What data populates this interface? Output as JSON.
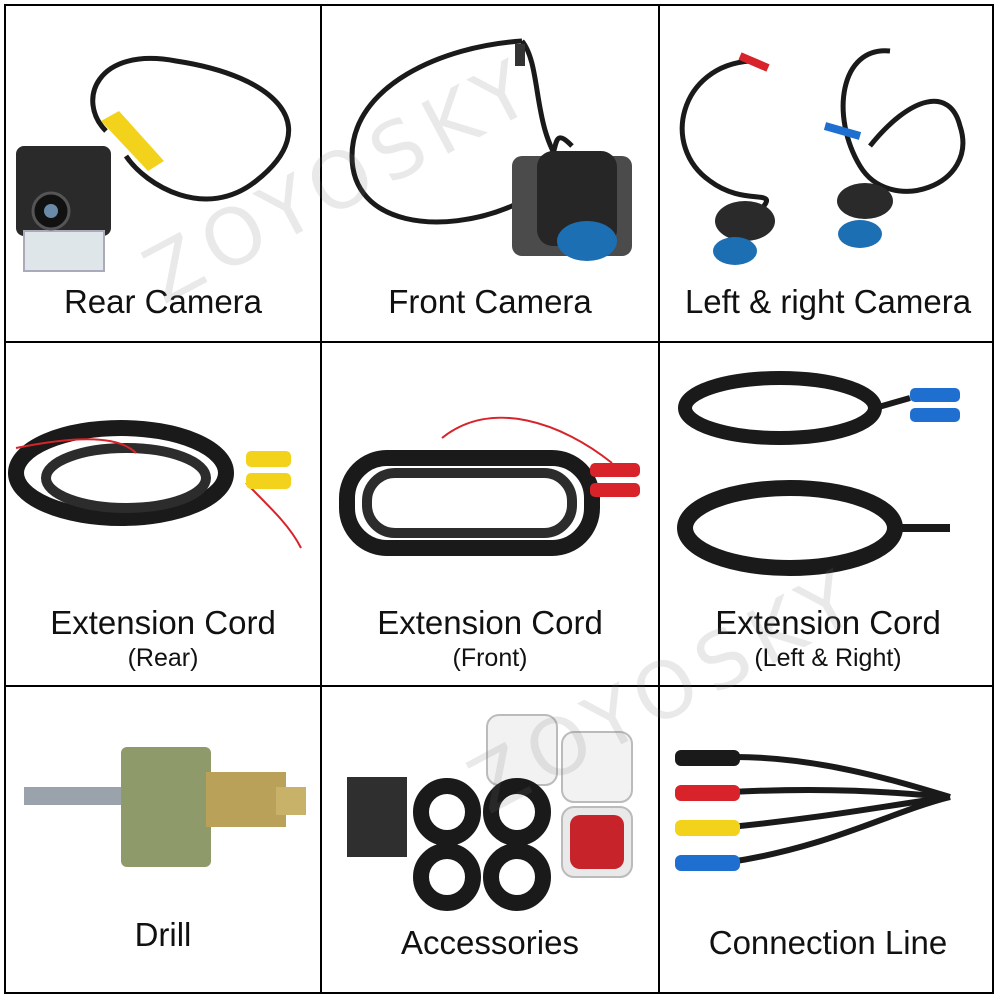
{
  "watermark": "ZOYOSKY",
  "cells": [
    {
      "name": "rear-camera",
      "label": "Rear Camera",
      "sub": ""
    },
    {
      "name": "front-camera",
      "label": "Front Camera",
      "sub": ""
    },
    {
      "name": "left-right-camera",
      "label": "Left & right Camera",
      "sub": ""
    },
    {
      "name": "extension-cord-rear",
      "label": "Extension Cord",
      "sub": "(Rear)"
    },
    {
      "name": "extension-cord-front",
      "label": "Extension Cord",
      "sub": "(Front)"
    },
    {
      "name": "extension-cord-left-right",
      "label": "Extension Cord",
      "sub": "(Left & Right)"
    },
    {
      "name": "drill",
      "label": "Drill",
      "sub": ""
    },
    {
      "name": "accessories",
      "label": "Accessories",
      "sub": ""
    },
    {
      "name": "connection-line",
      "label": "Connection Line",
      "sub": ""
    }
  ],
  "colors": {
    "cable": "#1a1a1a",
    "yellow": "#f2d21b",
    "red": "#d8232a",
    "blue": "#1f6fd1",
    "lens_blue": "#1d6fb3"
  }
}
